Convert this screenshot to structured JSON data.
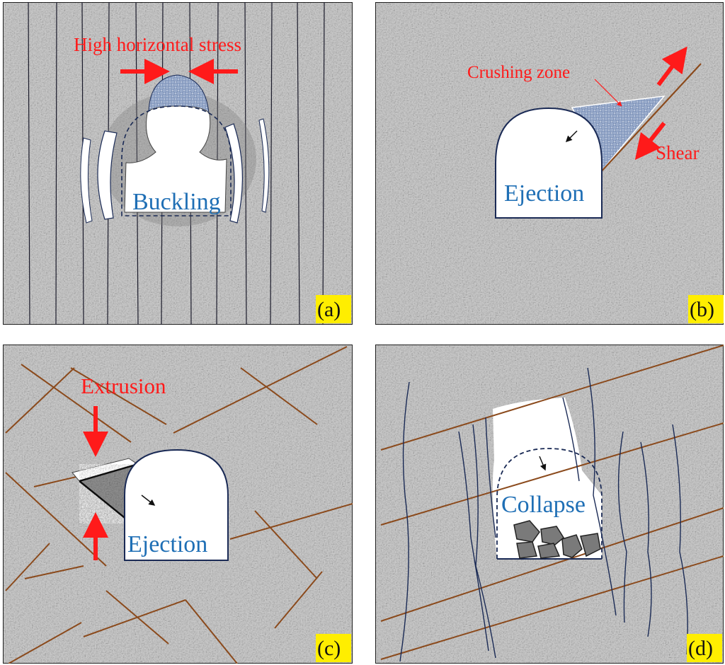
{
  "colors": {
    "annotation_red": "#ff1a1a",
    "label_blue": "#1f6fb5",
    "fracture_brown": "#8b4a1c",
    "crack_navy": "#1a2a55",
    "rock_gray": "#c9c9c9",
    "badge_yellow": "#ffee00"
  },
  "panels": {
    "a": {
      "badge": "(a)",
      "stress_label": "High horizontal stress",
      "failure_label": "Buckling"
    },
    "b": {
      "badge": "(b)",
      "zone_label": "Crushing zone",
      "shear_label": "Shear",
      "failure_label": "Ejection"
    },
    "c": {
      "badge": "(c)",
      "load_label": "Extrusion",
      "failure_label": "Ejection"
    },
    "d": {
      "badge": "(d)",
      "failure_label": "Collapse"
    }
  }
}
